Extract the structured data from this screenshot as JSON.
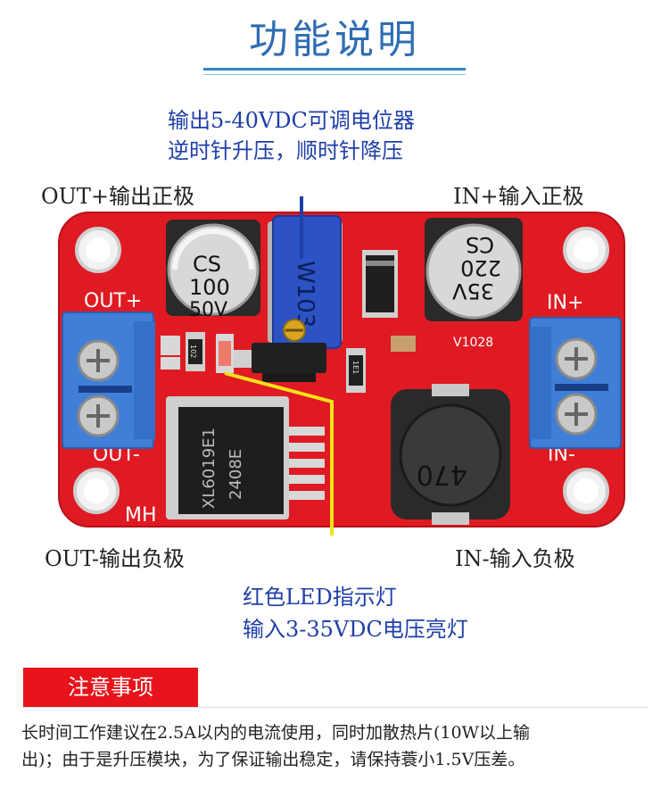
{
  "title": "功能说明",
  "pot_note": {
    "line1": "输出5-40VDC可调电位器",
    "line2": "逆时针升压，顺时针降压"
  },
  "labels": {
    "out_plus": "OUT+输出正极",
    "in_plus": "IN+输入正极",
    "out_minus": "OUT-输出负极",
    "in_minus": "IN-输入负极"
  },
  "led_note": {
    "line1": "红色LED指示灯",
    "line2": "输入3-35VDC电压亮灯"
  },
  "board": {
    "silk_out_plus": "OUT+",
    "silk_in_plus": "IN+",
    "silk_out_minus": "OUT-",
    "silk_in_minus": "IN-",
    "silk_mh": "MH",
    "silk_version": "V1028",
    "cap_left": [
      "CS",
      "100",
      "50V"
    ],
    "cap_right": [
      "35V",
      "220",
      "CS"
    ],
    "pot_text": "W103",
    "chip_text": [
      "XL6019E1",
      "2408E"
    ],
    "inductor_text": "470",
    "resistor_text": "102",
    "resistor2_text": "1E1"
  },
  "notice": {
    "heading": "注意事项",
    "line1": "长时间工作建议在2.5A以内的电流使用，同时加散热片(10W以上输",
    "line2": "出)；由于是升压模块，为了保证输出稳定，请保持蓑小1.5V压差。"
  },
  "colors": {
    "pcb": "#e01a22",
    "terminal": "#3f7fd8",
    "title": "#2f6db3",
    "note_blue": "#1f3fa8",
    "led_pointer": "#f2e21a",
    "notice_bg": "#e8141b"
  }
}
